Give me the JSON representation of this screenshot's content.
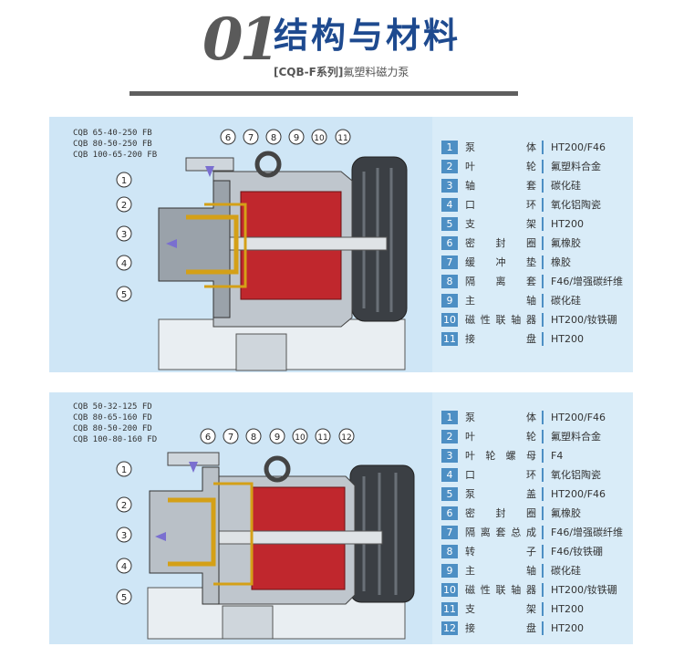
{
  "header": {
    "number": "01",
    "title": "结构与材料",
    "subtitle_bracket": "[CQB-F系列]",
    "subtitle_rest": "氟塑料磁力泵"
  },
  "panel1": {
    "models": [
      "CQB 65-40-250 FB",
      "CQB 80-50-250 FB",
      "CQB 100-65-200 FB"
    ],
    "callouts": [
      "1",
      "2",
      "3",
      "4",
      "5",
      "6",
      "7",
      "8",
      "9",
      "10",
      "11"
    ],
    "parts": [
      {
        "no": "1",
        "name": "泵体",
        "material": "HT200/F46"
      },
      {
        "no": "2",
        "name": "叶轮",
        "material": "氟塑料合金"
      },
      {
        "no": "3",
        "name": "轴套",
        "material": "碳化硅"
      },
      {
        "no": "4",
        "name": "口环",
        "material": "氧化铝陶瓷"
      },
      {
        "no": "5",
        "name": "支架",
        "material": "HT200"
      },
      {
        "no": "6",
        "name": "密封圈",
        "material": "氟橡胶"
      },
      {
        "no": "7",
        "name": "缓冲垫",
        "material": "橡胶"
      },
      {
        "no": "8",
        "name": "隔离套",
        "material": "F46/增强碳纤维"
      },
      {
        "no": "9",
        "name": "主轴",
        "material": "碳化硅"
      },
      {
        "no": "10",
        "name": "磁性联轴器",
        "material": "HT200/钕铁硼"
      },
      {
        "no": "11",
        "name": "接盘",
        "material": "HT200"
      }
    ]
  },
  "panel2": {
    "models": [
      "CQB 50-32-125 FD",
      "CQB 80-65-160 FD",
      "CQB 80-50-200 FD",
      "CQB 100-80-160 FD"
    ],
    "callouts": [
      "1",
      "2",
      "3",
      "4",
      "5",
      "6",
      "7",
      "8",
      "9",
      "10",
      "11",
      "12"
    ],
    "parts": [
      {
        "no": "1",
        "name": "泵体",
        "material": "HT200/F46"
      },
      {
        "no": "2",
        "name": "叶轮",
        "material": "氟塑料合金"
      },
      {
        "no": "3",
        "name": "叶轮螺母",
        "material": "F4"
      },
      {
        "no": "4",
        "name": "口环",
        "material": "氧化铝陶瓷"
      },
      {
        "no": "5",
        "name": "泵盖",
        "material": "HT200/F46"
      },
      {
        "no": "6",
        "name": "密封圈",
        "material": "氟橡胶"
      },
      {
        "no": "7",
        "name": "隔离套总成",
        "material": "F46/增强碳纤维"
      },
      {
        "no": "8",
        "name": "转子",
        "material": "F46/钕铁硼"
      },
      {
        "no": "9",
        "name": "主轴",
        "material": "碳化硅"
      },
      {
        "no": "10",
        "name": "磁性联轴器",
        "material": "HT200/钕铁硼"
      },
      {
        "no": "11",
        "name": "支架",
        "material": "HT200"
      },
      {
        "no": "12",
        "name": "接盘",
        "material": "HT200"
      }
    ]
  },
  "colors": {
    "title": "#1e4a8f",
    "badge": "#4d8fc4",
    "panel_bg": "#d9ecf8",
    "rotor_red": "#c0272d",
    "gold": "#d4a017"
  }
}
